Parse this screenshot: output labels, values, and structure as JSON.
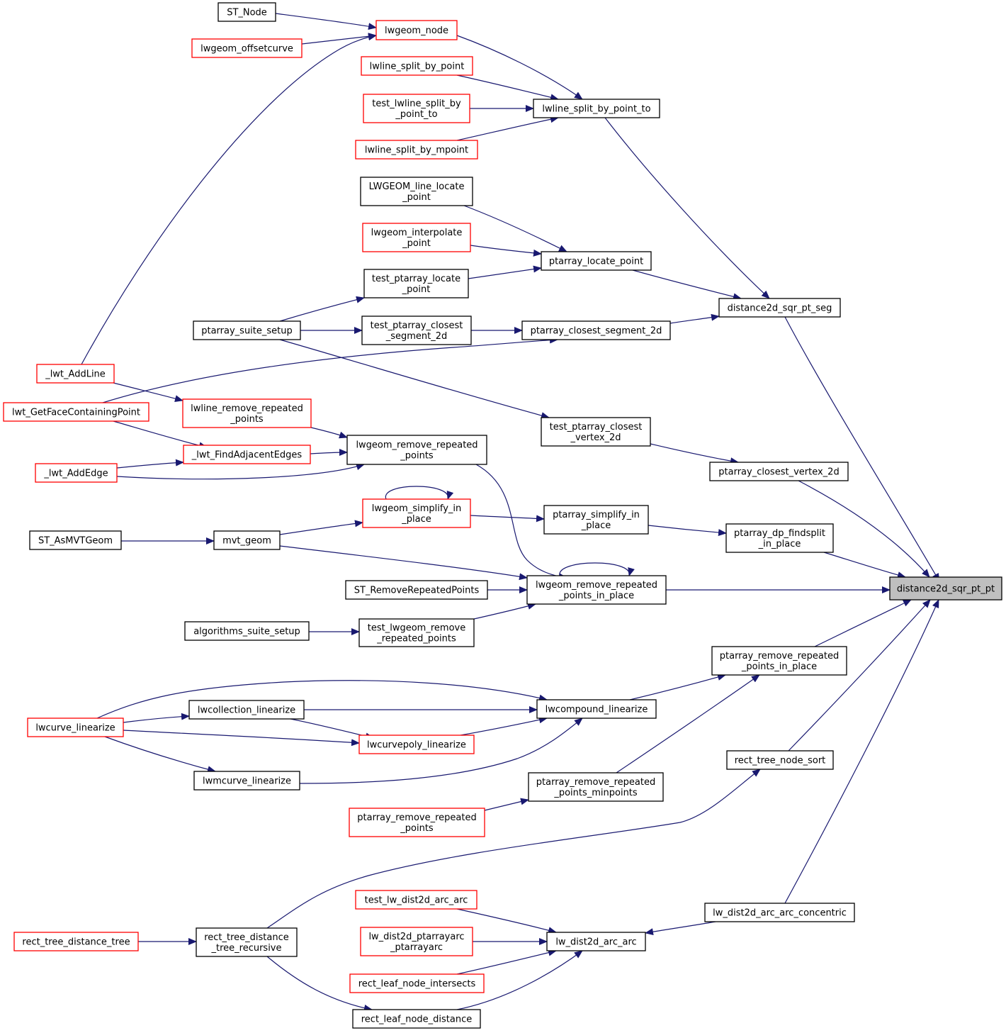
{
  "graph": {
    "colors": {
      "edge": "#191970",
      "node_border": "#000000",
      "truncated_border": "#ff0000",
      "root_fill": "#bfbfbf"
    },
    "nodes": [
      {
        "id": "root",
        "lines": [
          "distance2d_sqr_pt_pt"
        ],
        "style": "root"
      },
      {
        "id": "seg",
        "lines": [
          "distance2d_sqr_pt_seg"
        ],
        "style": "normal"
      },
      {
        "id": "cvert",
        "lines": [
          "ptarray_closest_vertex_2d"
        ],
        "style": "normal"
      },
      {
        "id": "dpfs",
        "lines": [
          "ptarray_dp_findsplit",
          "_in_place"
        ],
        "style": "normal"
      },
      {
        "id": "lrrpip",
        "lines": [
          "lwgeom_remove_repeated",
          "_points_in_place"
        ],
        "style": "normal"
      },
      {
        "id": "prrpip",
        "lines": [
          "ptarray_remove_repeated",
          "_points_in_place"
        ],
        "style": "normal"
      },
      {
        "id": "rtns",
        "lines": [
          "rect_tree_node_sort"
        ],
        "style": "normal"
      },
      {
        "id": "lwaac",
        "lines": [
          "lw_dist2d_arc_arc_concentric"
        ],
        "style": "normal"
      },
      {
        "id": "lspt",
        "lines": [
          "lwline_split_by_point_to"
        ],
        "style": "normal"
      },
      {
        "id": "plp",
        "lines": [
          "ptarray_locate_point"
        ],
        "style": "normal"
      },
      {
        "id": "pcs2",
        "lines": [
          "ptarray_closest_segment_2d"
        ],
        "style": "normal"
      },
      {
        "id": "tpcv",
        "lines": [
          "test_ptarray_closest",
          "_vertex_2d"
        ],
        "style": "normal"
      },
      {
        "id": "psip",
        "lines": [
          "ptarray_simplify_in",
          "_place"
        ],
        "style": "normal"
      },
      {
        "id": "lcl",
        "lines": [
          "lwcompound_linearize"
        ],
        "style": "normal"
      },
      {
        "id": "prrm",
        "lines": [
          "ptarray_remove_repeated",
          "_points_minpoints"
        ],
        "style": "normal"
      },
      {
        "id": "lwda",
        "lines": [
          "lw_dist2d_arc_arc"
        ],
        "style": "normal"
      },
      {
        "id": "lnode",
        "lines": [
          "lwgeom_node"
        ],
        "style": "truncated"
      },
      {
        "id": "lsbp",
        "lines": [
          "lwline_split_by_point"
        ],
        "style": "truncated"
      },
      {
        "id": "tlsbp",
        "lines": [
          "test_lwline_split_by",
          "_point_to"
        ],
        "style": "truncated"
      },
      {
        "id": "lsbm",
        "lines": [
          "lwline_split_by_mpoint"
        ],
        "style": "truncated"
      },
      {
        "id": "lglp",
        "lines": [
          "LWGEOM_line_locate",
          "_point"
        ],
        "style": "normal"
      },
      {
        "id": "lgip",
        "lines": [
          "lwgeom_interpolate",
          "_point"
        ],
        "style": "truncated"
      },
      {
        "id": "tplp",
        "lines": [
          "test_ptarray_locate",
          "_point"
        ],
        "style": "normal"
      },
      {
        "id": "tpcs",
        "lines": [
          "test_ptarray_closest",
          "_segment_2d"
        ],
        "style": "normal"
      },
      {
        "id": "lgrrp",
        "lines": [
          "lwgeom_remove_repeated",
          "_points"
        ],
        "style": "normal"
      },
      {
        "id": "lgsip",
        "lines": [
          "lwgeom_simplify_in",
          "_place"
        ],
        "style": "truncated"
      },
      {
        "id": "mvtg",
        "lines": [
          "mvt_geom"
        ],
        "style": "normal"
      },
      {
        "id": "strrp",
        "lines": [
          "ST_RemoveRepeatedPoints"
        ],
        "style": "normal"
      },
      {
        "id": "tlrrp",
        "lines": [
          "test_lwgeom_remove",
          "_repeated_points"
        ],
        "style": "normal"
      },
      {
        "id": "lwcoll",
        "lines": [
          "lwcollection_linearize"
        ],
        "style": "normal"
      },
      {
        "id": "lwcpl",
        "lines": [
          "lwcurvepoly_linearize"
        ],
        "style": "truncated"
      },
      {
        "id": "lwmcl",
        "lines": [
          "lwmcurve_linearize"
        ],
        "style": "normal"
      },
      {
        "id": "prrp",
        "lines": [
          "ptarray_remove_repeated",
          "_points"
        ],
        "style": "truncated"
      },
      {
        "id": "rtdtr",
        "lines": [
          "rect_tree_distance",
          "_tree_recursive"
        ],
        "style": "normal"
      },
      {
        "id": "tlda",
        "lines": [
          "test_lw_dist2d_arc_arc"
        ],
        "style": "truncated"
      },
      {
        "id": "lwdpp",
        "lines": [
          "lw_dist2d_ptarrayarc",
          "_ptarrayarc"
        ],
        "style": "truncated"
      },
      {
        "id": "rlni",
        "lines": [
          "rect_leaf_node_intersects"
        ],
        "style": "truncated"
      },
      {
        "id": "rlnd",
        "lines": [
          "rect_leaf_node_distance"
        ],
        "style": "normal"
      },
      {
        "id": "stnode",
        "lines": [
          "ST_Node"
        ],
        "style": "normal"
      },
      {
        "id": "lgoc",
        "lines": [
          "lwgeom_offsetcurve"
        ],
        "style": "truncated"
      },
      {
        "id": "pss",
        "lines": [
          "ptarray_suite_setup"
        ],
        "style": "normal"
      },
      {
        "id": "lrrp2",
        "lines": [
          "lwline_remove_repeated",
          "_points"
        ],
        "style": "truncated"
      },
      {
        "id": "lfae",
        "lines": [
          "_lwt_FindAdjacentEdges"
        ],
        "style": "truncated"
      },
      {
        "id": "lwtal",
        "lines": [
          "_lwt_AddLine"
        ],
        "style": "truncated"
      },
      {
        "id": "lgfcp",
        "lines": [
          "lwt_GetFaceContainingPoint"
        ],
        "style": "truncated"
      },
      {
        "id": "lwtae",
        "lines": [
          "_lwt_AddEdge"
        ],
        "style": "truncated"
      },
      {
        "id": "stmvt",
        "lines": [
          "ST_AsMVTGeom"
        ],
        "style": "normal"
      },
      {
        "id": "algss",
        "lines": [
          "algorithms_suite_setup"
        ],
        "style": "normal"
      },
      {
        "id": "lcvl",
        "lines": [
          "lwcurve_linearize"
        ],
        "style": "truncated"
      },
      {
        "id": "rtdt",
        "lines": [
          "rect_tree_distance_tree"
        ],
        "style": "truncated"
      }
    ]
  }
}
